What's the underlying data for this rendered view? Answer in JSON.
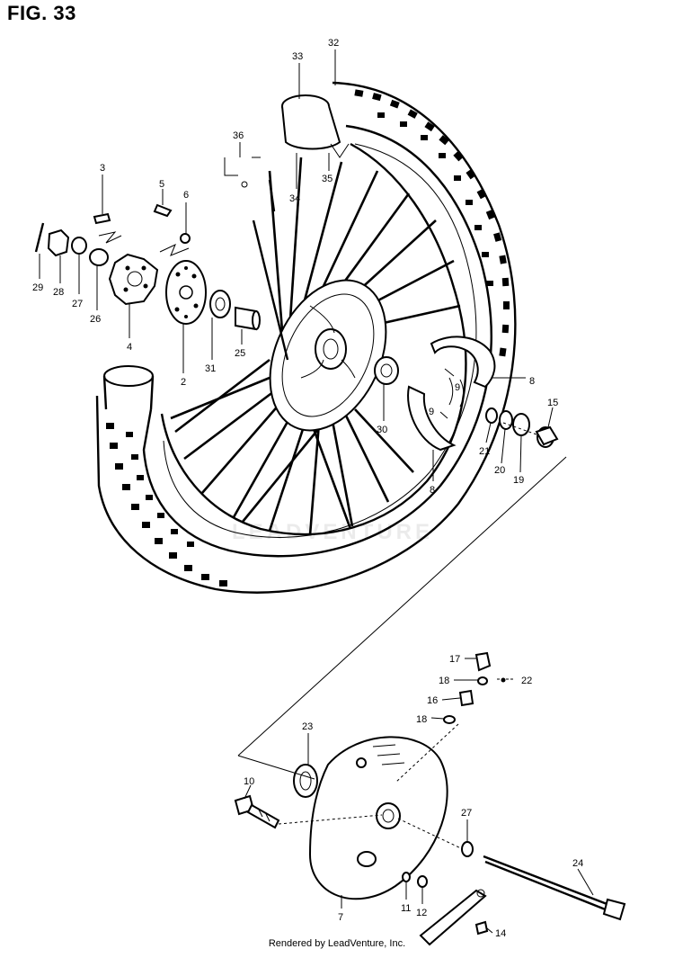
{
  "figure": {
    "title": "FIG. 33",
    "footer": "Rendered by LeadVenture, Inc.",
    "watermark": "LEADVENTURE"
  },
  "callouts": [
    {
      "id": "c32",
      "label": "32"
    },
    {
      "id": "c33",
      "label": "33"
    },
    {
      "id": "c36",
      "label": "36"
    },
    {
      "id": "c34",
      "label": "34"
    },
    {
      "id": "c35",
      "label": "35"
    },
    {
      "id": "c3",
      "label": "3"
    },
    {
      "id": "c5",
      "label": "5"
    },
    {
      "id": "c6",
      "label": "6"
    },
    {
      "id": "c29",
      "label": "29"
    },
    {
      "id": "c28",
      "label": "28"
    },
    {
      "id": "c27a",
      "label": "27"
    },
    {
      "id": "c26",
      "label": "26"
    },
    {
      "id": "c4",
      "label": "4"
    },
    {
      "id": "c2",
      "label": "2"
    },
    {
      "id": "c31",
      "label": "31"
    },
    {
      "id": "c25",
      "label": "25"
    },
    {
      "id": "c8a",
      "label": "8"
    },
    {
      "id": "c9a",
      "label": "9"
    },
    {
      "id": "c9b",
      "label": "9"
    },
    {
      "id": "c30",
      "label": "30"
    },
    {
      "id": "c8b",
      "label": "8"
    },
    {
      "id": "c15",
      "label": "15"
    },
    {
      "id": "c21",
      "label": "21"
    },
    {
      "id": "c20",
      "label": "20"
    },
    {
      "id": "c19",
      "label": "19"
    },
    {
      "id": "c17",
      "label": "17"
    },
    {
      "id": "c18a",
      "label": "18"
    },
    {
      "id": "c22",
      "label": "22"
    },
    {
      "id": "c16",
      "label": "16"
    },
    {
      "id": "c18b",
      "label": "18"
    },
    {
      "id": "c23",
      "label": "23"
    },
    {
      "id": "c10",
      "label": "10"
    },
    {
      "id": "c27b",
      "label": "27"
    },
    {
      "id": "c24",
      "label": "24"
    },
    {
      "id": "c7",
      "label": "7"
    },
    {
      "id": "c11",
      "label": "11"
    },
    {
      "id": "c12",
      "label": "12"
    },
    {
      "id": "c14",
      "label": "14"
    }
  ]
}
